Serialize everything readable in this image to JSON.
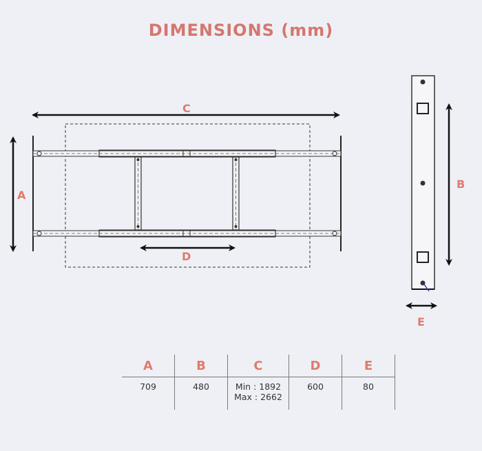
{
  "title": "DIMENSIONS (mm)",
  "labels": {
    "A": "A",
    "B": "B",
    "C": "C",
    "D": "D",
    "E": "E"
  },
  "table": {
    "headers": [
      "A",
      "B",
      "C",
      "D",
      "E"
    ],
    "values": {
      "A": "709",
      "B": "480",
      "C_min": "Min : 1892",
      "C_max": "Max : 2662",
      "D": "600",
      "E": "80"
    }
  },
  "colors": {
    "accent": "#e07a6c",
    "title": "#d4776f",
    "background": "#eff0f5",
    "line": "#1a1a1a"
  }
}
